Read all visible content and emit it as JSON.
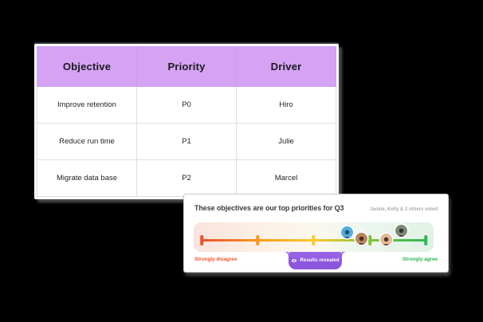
{
  "table": {
    "columns": [
      "Objective",
      "Priority",
      "Driver"
    ],
    "rows": [
      {
        "objective": "Improve retention",
        "priority": "P0",
        "driver": "Hiro"
      },
      {
        "objective": "Reduce run time",
        "priority": "P1",
        "driver": "Julie"
      },
      {
        "objective": "Migrate data base",
        "priority": "P2",
        "driver": "Marcel"
      }
    ]
  },
  "survey": {
    "title": "These objectives are our top priorities for Q3",
    "voters": "Jackie, Kelly & 2 others voted",
    "scale_left_label": "Strongly disagree",
    "scale_right_label": "Strongly agree",
    "reveal_button": {
      "label": "Results revealed",
      "icon": "eye-icon"
    },
    "avatars": [
      "voter-avatar-illustrated-blue",
      "voter-avatar-photo-1",
      "voter-avatar-photo-2",
      "voter-avatar-photo-3"
    ],
    "scale_tick_count": 5
  },
  "colors": {
    "page-bg": "#000000",
    "table-header-bg": "#d5a2f4",
    "table-border": "#dedede",
    "scale-red": "#e9512d",
    "scale-orange": "#f8981d",
    "scale-yellow": "#fdc92a",
    "scale-lightgreen": "#7cc43c",
    "scale-green": "#2eb757",
    "disagree": "#f2562a",
    "agree": "#2eb757",
    "button-bg": "#8d55dd",
    "avatar1-bg": "#55aede",
    "avatar1-fg": "#274b72",
    "avatar2-bg": "#b9885f",
    "avatar2-fg": "#46301f",
    "avatar3-bg": "#e2bb94",
    "avatar3-fg": "#503823",
    "avatar4-bg": "#7d8877",
    "avatar4-fg": "#2e372c"
  }
}
